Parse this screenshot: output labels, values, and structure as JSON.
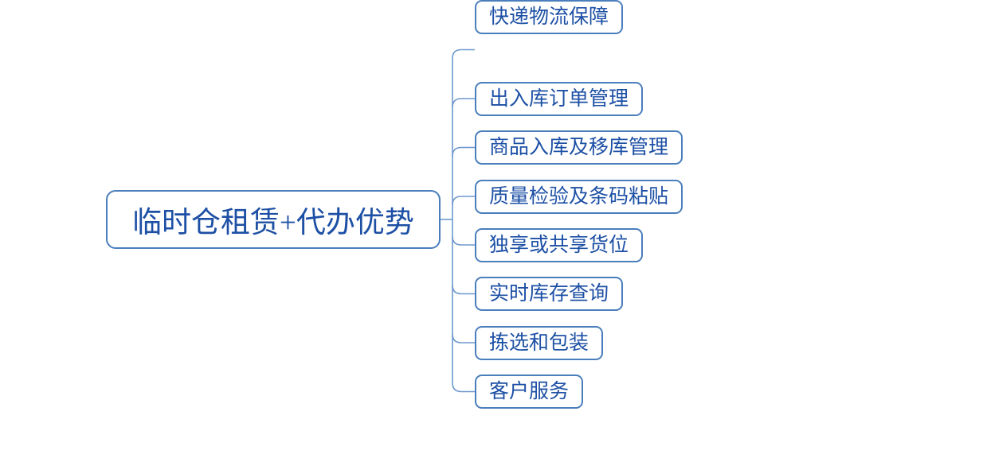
{
  "diagram": {
    "type": "mindmap",
    "root": {
      "label": "临时仓租赁+代办优势"
    },
    "children": [
      {
        "label": "出入库订单管理"
      },
      {
        "label": "商品入库及移库管理"
      },
      {
        "label": "质量检验及条码粘贴"
      },
      {
        "label": "独享或共享货位"
      },
      {
        "label": "实时库存查询"
      },
      {
        "label": "拣选和包装"
      },
      {
        "label": "客户服务"
      },
      {
        "label": "快递物流保障"
      }
    ],
    "colors": {
      "node_border": "#4a7ebc",
      "connector": "#6e99cf",
      "text": "#1d50a5",
      "background": "#ffffff"
    }
  }
}
